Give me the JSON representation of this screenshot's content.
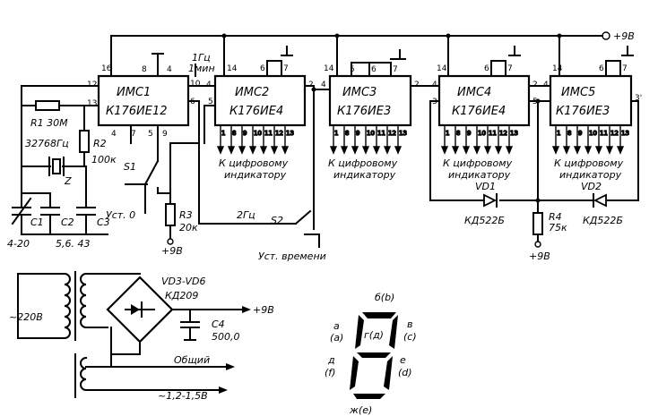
{
  "supply": {
    "label": "+9В"
  },
  "chips": [
    {
      "name": "ИМС1",
      "type": "К176ИЕ12"
    },
    {
      "name": "ИМС2",
      "type": "К176ИЕ4"
    },
    {
      "name": "ИМС3",
      "type": "К176ИЕ3"
    },
    {
      "name": "ИМС4",
      "type": "К176ИЕ4"
    },
    {
      "name": "ИМС5",
      "type": "К176ИЕ3"
    }
  ],
  "pins": {
    "imc1": {
      "p16": "16",
      "p8": "8",
      "p4": "4",
      "p12": "12",
      "p13": "13",
      "p10": "10",
      "p6": "6",
      "p5": "5",
      "p4b": "4",
      "p7": "7",
      "p9": "9",
      "p1hz": "1Гц",
      "p1min": "1мин"
    },
    "generic": {
      "p14": "14",
      "p6": "6",
      "p7": "7",
      "p5": "5",
      "p4": "4",
      "p2": "2",
      "p3": "3",
      "p3prime": "3'"
    },
    "outputs": [
      "1",
      "8",
      "9",
      "10",
      "11",
      "12",
      "13"
    ]
  },
  "components": {
    "r1": "R1 30M",
    "quartz_freq": "32768Гц",
    "quartz": "Z",
    "r2": "R2",
    "r2_val": "100к",
    "c1": "C1",
    "c2": "C2",
    "c3": "C3",
    "c1_val": "4-20",
    "c23_val": "5,6. 43",
    "s1": "S1",
    "set0": "Уст. 0",
    "r3": "R3",
    "r3_val": "20к",
    "r3_supply": "+9В",
    "freq2": "2Гц",
    "s2": "S2",
    "set_time": "Уст. времени",
    "vd1": "VD1",
    "vd2": "VD2",
    "kd1": "КД522Б",
    "kd2": "КД522Б",
    "r4": "R4",
    "r4_val": "75к",
    "r4_supply": "+9В"
  },
  "indicator_labels": [
    [
      "К цифровому",
      "индикатору"
    ],
    [
      "К цифровому",
      "индикатору"
    ],
    [
      "К цифровому",
      "индикатору"
    ],
    [
      "К цифровому",
      "индикатору"
    ]
  ],
  "psu": {
    "mains": "~220В",
    "bridge": "VD3-VD6",
    "bridge_type": "КД209",
    "out": "+9В",
    "c4": "C4",
    "c4_val": "500,0",
    "common": "Общий",
    "low_ac": "~1,2-1,5В"
  },
  "segments": {
    "b": "б(b)",
    "a": "a",
    "a2": "(a)",
    "g": "г(д)",
    "v": "в",
    "c": "(c)",
    "d": "д",
    "f": "(f)",
    "e": "е",
    "e2": "(d)",
    "zh": "ж(е)"
  }
}
